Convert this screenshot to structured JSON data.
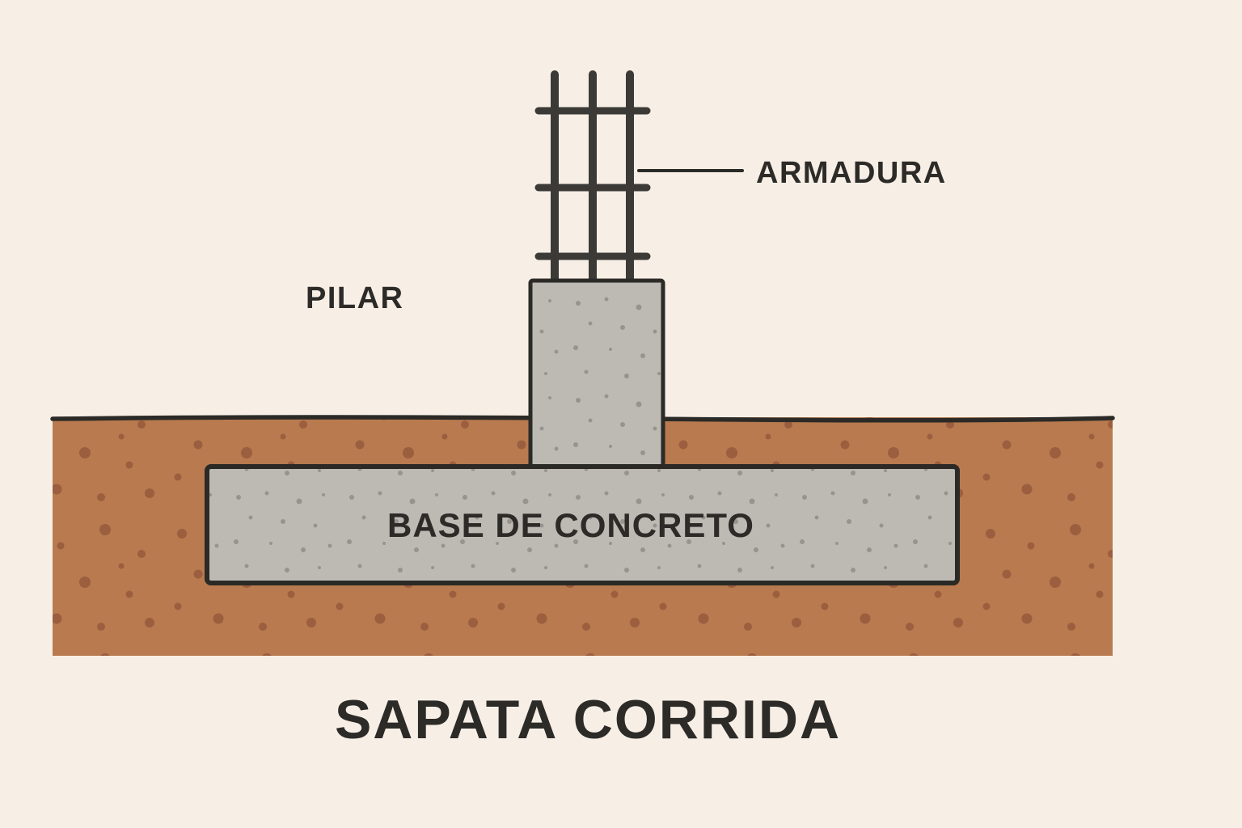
{
  "diagram": {
    "title": "SAPATA CORRIDA",
    "labels": {
      "armadura": "ARMADURA",
      "pilar": "PILAR",
      "base_de_concreto": "BASE DE CONCRETO"
    }
  },
  "colors": {
    "background": "#f7efe6",
    "soil_fill": "#b87a4e",
    "soil_dot": "#96593a",
    "concrete_fill": "#bdbab4",
    "concrete_speckle": "#8d8b85",
    "outline": "#2b2a27",
    "rebar": "#3b3a37",
    "label_text": "#2d2b28"
  }
}
